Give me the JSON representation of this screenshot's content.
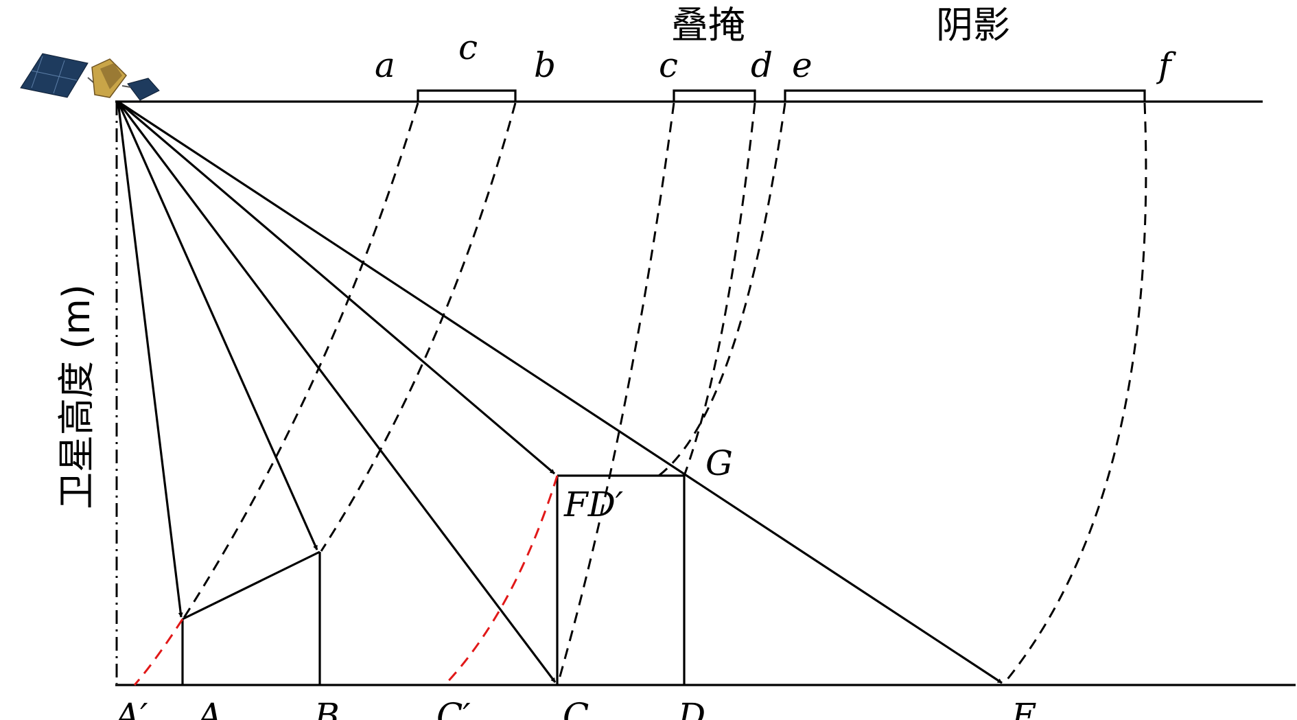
{
  "diagram": {
    "y_axis_label": "卫星高度 (m)",
    "region_labels": {
      "layover": "叠掩",
      "shadow": "阴影"
    },
    "top_labels": {
      "a": "a",
      "c1": "c",
      "b": "b",
      "c2": "c",
      "d": "d",
      "e": "e",
      "f": "f"
    },
    "ground_labels": {
      "A_prime": "A′",
      "A": "A",
      "B": "B",
      "C_prime": "C′",
      "C": "C",
      "D": "D",
      "E": "E"
    },
    "point_labels": {
      "G": "G",
      "FD_prime": "FD′"
    },
    "colors": {
      "line": "#000000",
      "projection": "#e11818",
      "panel_dark": "#1e3b5e",
      "satellite_gold": "#c9a548"
    },
    "icons": {
      "satellite": "satellite-icon"
    }
  }
}
